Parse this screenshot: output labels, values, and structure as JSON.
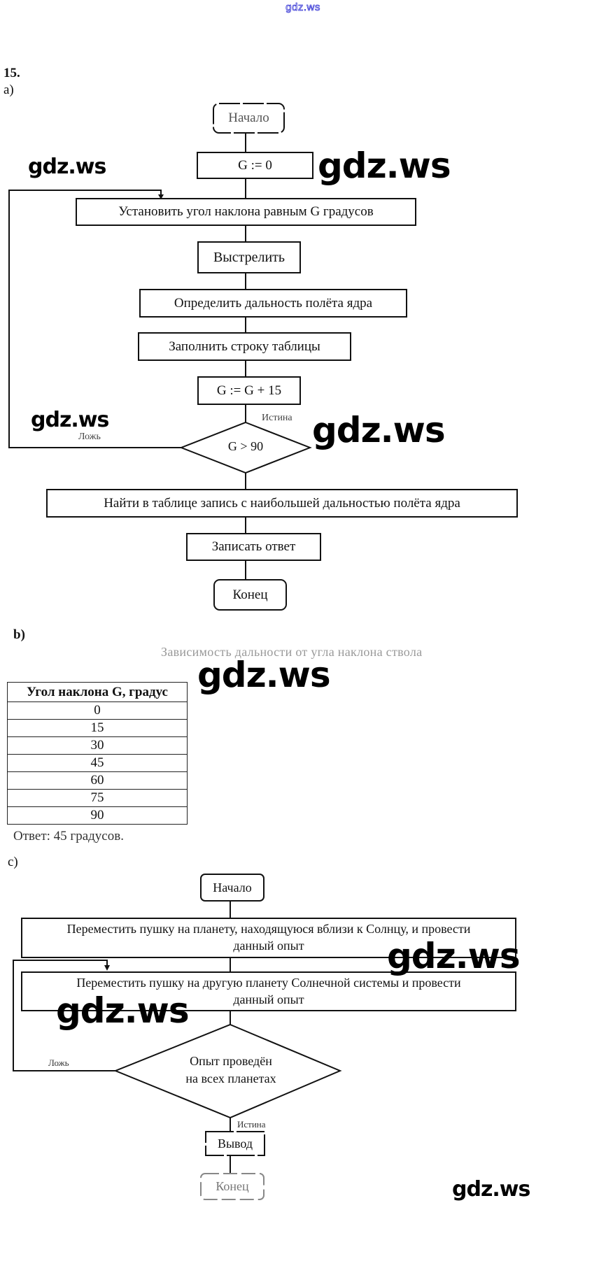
{
  "watermark": {
    "top": "gdz.ws",
    "overlay": "gdz.ws"
  },
  "task_number": "15.",
  "section_a": {
    "label": "a)",
    "start": "Начало",
    "init": "G := 0",
    "set_angle": "Установить угол наклона равным G градусов",
    "shoot": "Выстрелить",
    "measure": "Определить дальность полёта ядра",
    "fill_row": "Заполнить строку таблицы",
    "increment": "G := G + 15",
    "condition": "G > 90",
    "true_label": "Истина",
    "false_label": "Ложь",
    "find_max": "Найти в таблице запись с наибольшей дальностью полёта ядра",
    "write_answer": "Записать ответ",
    "end": "Конец"
  },
  "section_b": {
    "label": "b)",
    "chart_title": "Зависимость дальности от угла наклона ствола",
    "table": {
      "header": "Угол наклона G, градус",
      "rows": [
        "0",
        "15",
        "30",
        "45",
        "60",
        "75",
        "90"
      ]
    },
    "answer": "Ответ: 45 градусов."
  },
  "section_c": {
    "label": "c)",
    "start": "Начало",
    "step1_line1": "Переместить пушку на планету, находящуюся вблизи к Солнцу, и провести",
    "step1_line2": "данный опыт",
    "step2_line1": "Переместить пушку на другую планету Солнечной системы и провести",
    "step2_line2": "данный опыт",
    "condition_line1": "Опыт проведён",
    "condition_line2": "на всех планетах",
    "true_label": "Истина",
    "false_label": "Ложь",
    "output": "Вывод",
    "end": "Конец"
  }
}
